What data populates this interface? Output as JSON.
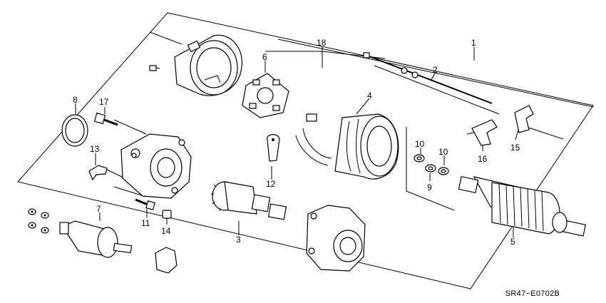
{
  "diagram_code": "SR47−E0702B",
  "parts": [
    {
      "id": "1",
      "label": "1",
      "name": "starter-motor-assembly"
    },
    {
      "id": "2",
      "label": "2",
      "name": "through-bolt"
    },
    {
      "id": "3",
      "label": "3",
      "name": "overrunning-clutch"
    },
    {
      "id": "4",
      "label": "4",
      "name": "field-coil-yoke"
    },
    {
      "id": "5",
      "label": "5",
      "name": "armature"
    },
    {
      "id": "6",
      "label": "6",
      "name": "brush-holder"
    },
    {
      "id": "7",
      "label": "7",
      "name": "solenoid-switch"
    },
    {
      "id": "8",
      "label": "8",
      "name": "o-ring"
    },
    {
      "id": "9",
      "label": "9",
      "name": "washer-9"
    },
    {
      "id": "10a",
      "label": "10",
      "name": "washer-10-left"
    },
    {
      "id": "10b",
      "label": "10",
      "name": "washer-10-right"
    },
    {
      "id": "11",
      "label": "11",
      "name": "bolt-11"
    },
    {
      "id": "12",
      "label": "12",
      "name": "terminal-12"
    },
    {
      "id": "13",
      "label": "13",
      "name": "lever-13"
    },
    {
      "id": "14",
      "label": "14",
      "name": "nut-14"
    },
    {
      "id": "15",
      "label": "15",
      "name": "bracket-15"
    },
    {
      "id": "16",
      "label": "16",
      "name": "bracket-16"
    },
    {
      "id": "17",
      "label": "17",
      "name": "bolt-17"
    },
    {
      "id": "18",
      "label": "18",
      "name": "brush-yoke-set"
    }
  ]
}
